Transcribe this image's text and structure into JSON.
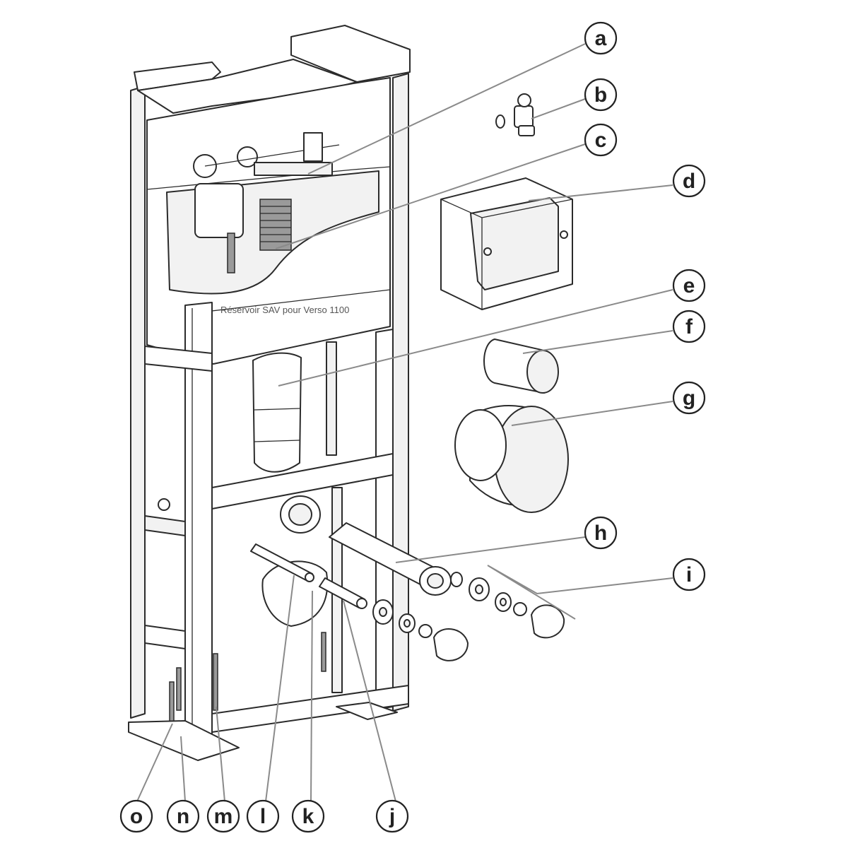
{
  "caption": "Réservoir SAV pour Verso 1100",
  "callouts": [
    {
      "id": "a",
      "label": "a"
    },
    {
      "id": "b",
      "label": "b"
    },
    {
      "id": "c",
      "label": "c"
    },
    {
      "id": "d",
      "label": "d"
    },
    {
      "id": "e",
      "label": "e"
    },
    {
      "id": "f",
      "label": "f"
    },
    {
      "id": "g",
      "label": "g"
    },
    {
      "id": "h",
      "label": "h"
    },
    {
      "id": "i",
      "label": "i"
    },
    {
      "id": "j",
      "label": "j"
    },
    {
      "id": "k",
      "label": "k"
    },
    {
      "id": "l",
      "label": "l"
    },
    {
      "id": "m",
      "label": "m"
    },
    {
      "id": "n",
      "label": "n"
    },
    {
      "id": "o",
      "label": "o"
    }
  ]
}
